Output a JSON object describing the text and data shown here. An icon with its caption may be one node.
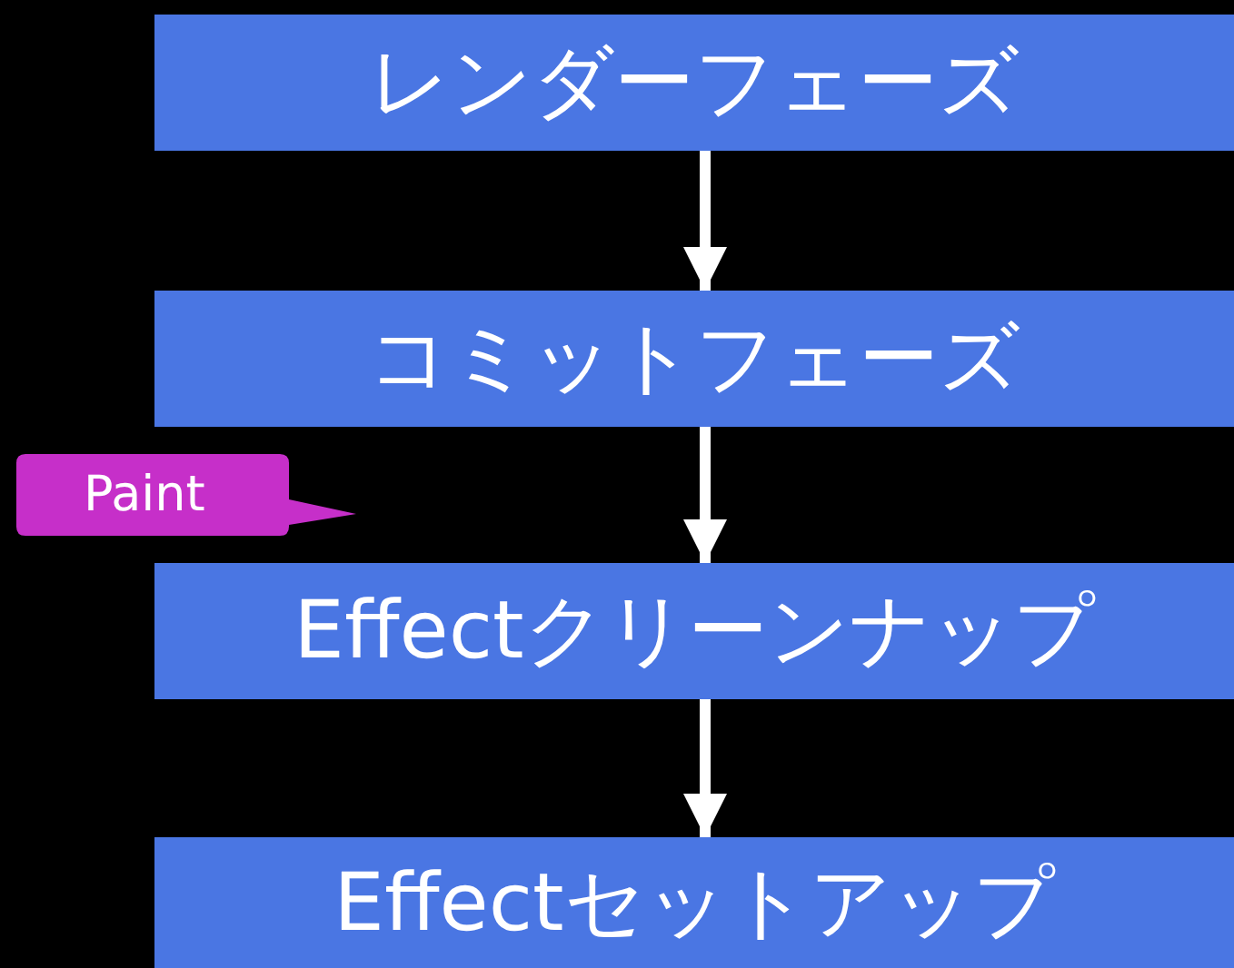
{
  "diagram": {
    "nodes": [
      {
        "text": [
          "レンダーフェーズ"
        ]
      },
      {
        "text": [
          "コミットフェーズ"
        ]
      },
      {
        "text": [
          "Effectクリーンナップ"
        ]
      },
      {
        "text": [
          "Effectセットアップ"
        ]
      },
      {
        "text": [
          "Paint"
        ]
      }
    ],
    "edges": [
      {
        "from": 0,
        "to": 1,
        "arrow": "to"
      },
      {
        "from": 1,
        "to": 2,
        "arrow": "to"
      },
      {
        "from": 2,
        "to": 3,
        "arrow": "to"
      }
    ]
  }
}
